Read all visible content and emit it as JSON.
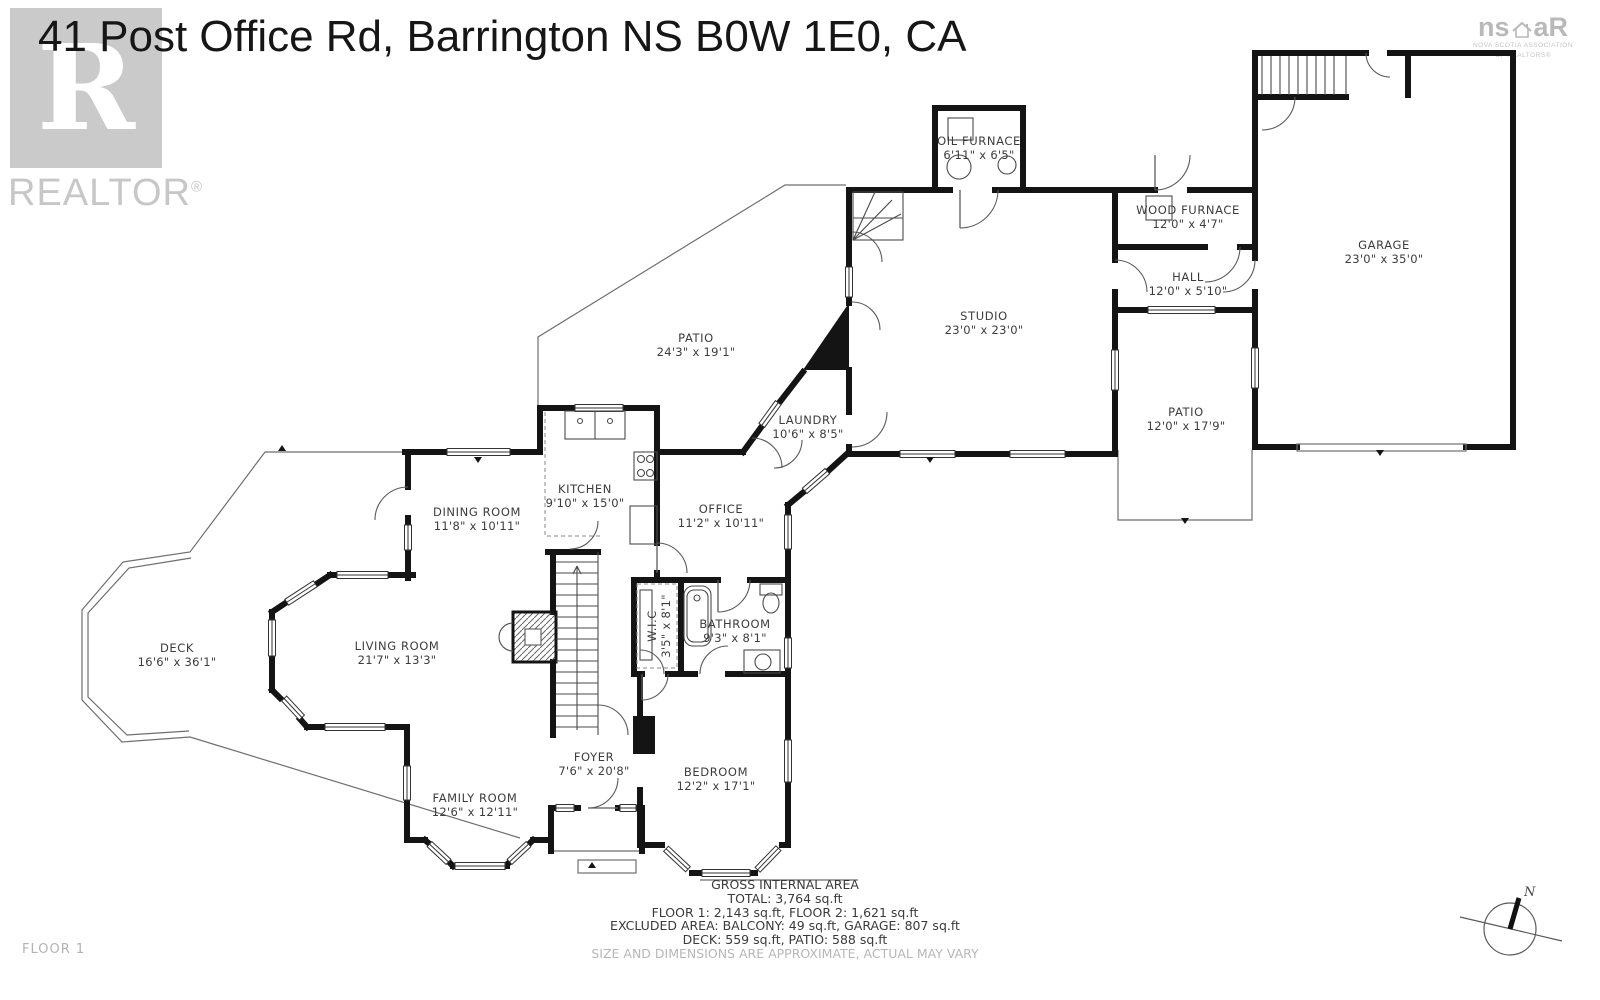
{
  "header": {
    "title": "41 Post Office Rd, Barrington NS B0W 1E0, CA",
    "realtor": {
      "monogram": "R",
      "wordmark": "REALTOR",
      "registered": "®"
    },
    "nsar": {
      "left": "ns",
      "right": "aR",
      "caption1": "NOVA SCOTIA ASSOCIATION",
      "caption2": "OF REALTORS®"
    }
  },
  "rooms": [
    {
      "name": "OIL FURNACE",
      "dims": "6'11\" x 6'5\""
    },
    {
      "name": "WOOD FURNACE",
      "dims": "12'0\" x 4'7\""
    },
    {
      "name": "HALL",
      "dims": "12'0\" x 5'10\""
    },
    {
      "name": "GARAGE",
      "dims": "23'0\" x 35'0\""
    },
    {
      "name": "STUDIO",
      "dims": "23'0\" x 23'0\""
    },
    {
      "name": "PATIO",
      "dims": "12'0\" x 17'9\""
    },
    {
      "name": "PATIO",
      "dims": "24'3\" x 19'1\""
    },
    {
      "name": "LAUNDRY",
      "dims": "10'6\" x 8'5\""
    },
    {
      "name": "KITCHEN",
      "dims": "9'10\" x 15'0\""
    },
    {
      "name": "DINING ROOM",
      "dims": "11'8\" x 10'11\""
    },
    {
      "name": "OFFICE",
      "dims": "11'2\" x 10'11\""
    },
    {
      "name": "W.I.C",
      "dims": "3'5\" x 8'1\""
    },
    {
      "name": "BATHROOM",
      "dims": "9'3\" x 8'1\""
    },
    {
      "name": "DECK",
      "dims": "16'6\" x 36'1\""
    },
    {
      "name": "LIVING ROOM",
      "dims": "21'7\" x 13'3\""
    },
    {
      "name": "FOYER",
      "dims": "7'6\" x 20'8\""
    },
    {
      "name": "BEDROOM",
      "dims": "12'2\" x 17'1\""
    },
    {
      "name": "FAMILY ROOM",
      "dims": "12'6\" x 12'11\""
    }
  ],
  "summary": {
    "heading": "GROSS INTERNAL AREA",
    "total": "TOTAL: 3,764 sq.ft",
    "floors": "FLOOR 1: 2,143 sq.ft, FLOOR 2: 1,621 sq.ft",
    "excluded": "EXCLUDED AREA: BALCONY: 49 sq.ft, GARAGE: 807 sq.ft",
    "deck_patio": "DECK: 559 sq.ft, PATIO: 588 sq.ft",
    "disclaimer": "SIZE AND DIMENSIONS ARE APPROXIMATE, ACTUAL MAY VARY"
  },
  "footer": {
    "floor_label": "FLOOR 1"
  },
  "compass": {
    "north": "N"
  }
}
